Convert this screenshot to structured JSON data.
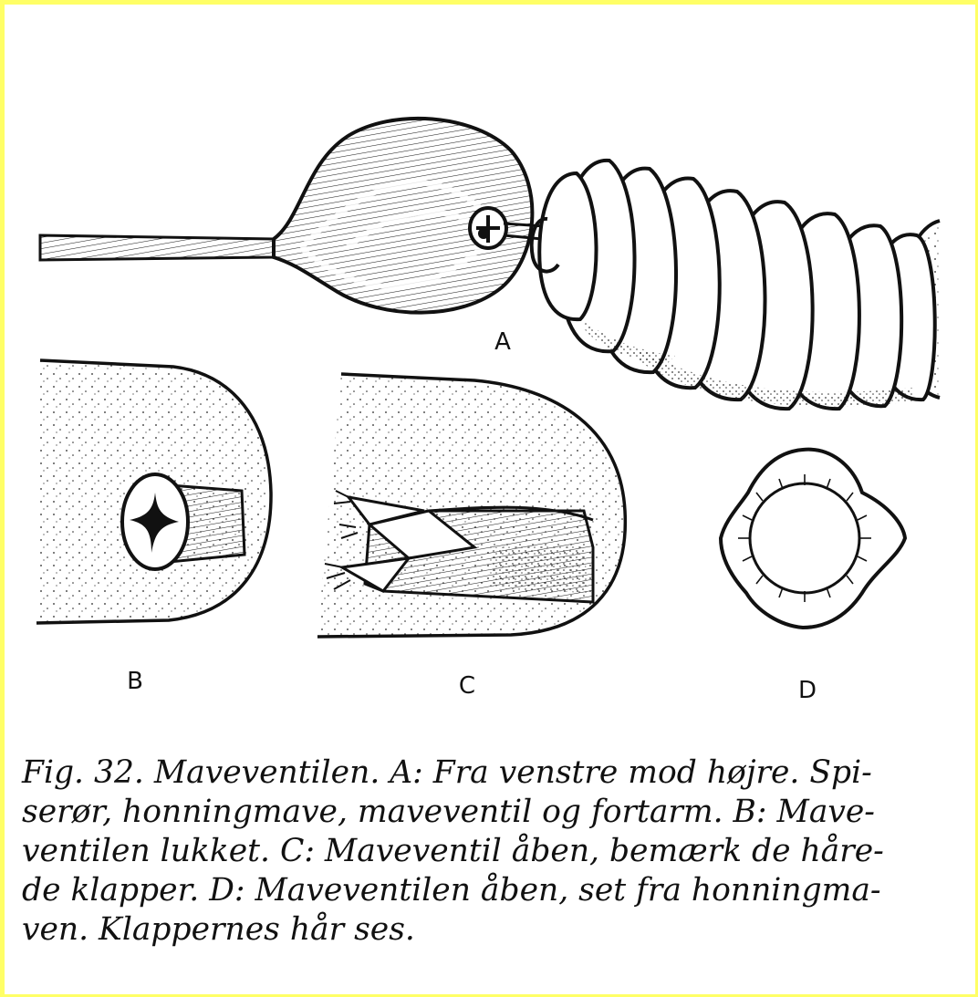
{
  "figure": {
    "labels": {
      "A": "A",
      "B": "B",
      "C": "C",
      "D": "D"
    },
    "caption_lines": [
      "Fig. 32. Maveventilen. A: Fra venstre mod højre. Spi-",
      "serør, honningmave, maveventil og fortarm. B: Mave-",
      "ventilen lukket. C: Maveventil åben, bemærk de håre-",
      "de klapper. D: Maveventilen åben, set fra honningma-",
      "ven. Klappernes hår ses."
    ]
  },
  "colors": {
    "border": "#ffff66",
    "ink": "#111111",
    "background": "#ffffff"
  }
}
